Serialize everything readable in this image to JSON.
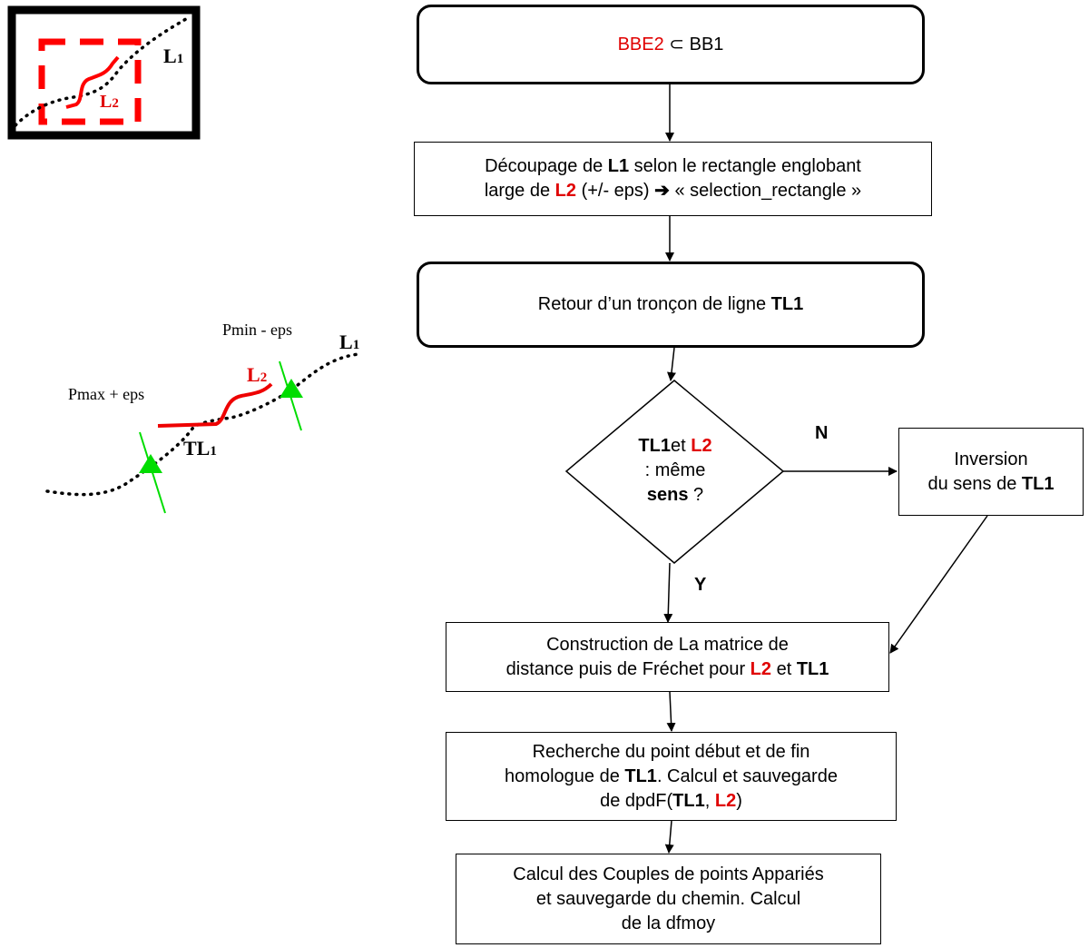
{
  "inset": {
    "line1_label": "L",
    "line1_sub": "1",
    "line2_label": "L",
    "line2_sub": "2"
  },
  "illustration": {
    "pmin_label": "Pmin - eps",
    "pmax_label": "Pmax + eps",
    "l1_label": "L",
    "l1_sub": "1",
    "l2_label": "L",
    "l2_sub": "2",
    "tl1_label": "TL",
    "tl1_sub": "1"
  },
  "flow": {
    "box1": {
      "a": "BBE2",
      "subset": "⊂",
      "b": "BB1"
    },
    "box2": {
      "l1_prefix": "Découpage de ",
      "l1_var": "L1",
      "l1_suffix": " selon le rectangle englobant",
      "l2_prefix": "large de ",
      "l2_var": "L2",
      "l2_mid": " (+/- eps) ",
      "arrow": "➔",
      "l2_suffix": "  « selection_rectangle »"
    },
    "box3": {
      "prefix": "Retour d’un tronçon de ligne ",
      "var": "TL1"
    },
    "decision": {
      "var1": "TL1",
      "et": "et ",
      "var2": "L2",
      "line2": ": même",
      "line3_bold": "sens",
      "line3_rest": " ?"
    },
    "label_n": "N",
    "label_y": "Y",
    "box_inversion": {
      "line1": "Inversion",
      "line2_prefix": "du sens de ",
      "line2_var": "TL1"
    },
    "box4": {
      "line1": "Construction de La matrice de",
      "line2_prefix": "distance puis de Fréchet pour ",
      "var_l2": "L2",
      "et": " et ",
      "var_tl1": "TL1"
    },
    "box5": {
      "line1": "Recherche du point début et de fin",
      "line2_prefix": "homologue de ",
      "line2_var": "TL1",
      "line2_suffix": ". Calcul et sauvegarde",
      "line3_prefix": "de dpdF(",
      "line3_var1": "TL1",
      "line3_sep": ", ",
      "line3_var2": "L2",
      "line3_suffix": ")"
    },
    "box6": {
      "line1": "Calcul des Couples de points Appariés",
      "line2": "et sauvegarde du chemin. Calcul",
      "line3": "de la  dfmoy"
    }
  },
  "colors": {
    "line1": "#000000",
    "line2": "#e00000",
    "marker": "#00dd00",
    "inset_rect": "#ff0000"
  }
}
